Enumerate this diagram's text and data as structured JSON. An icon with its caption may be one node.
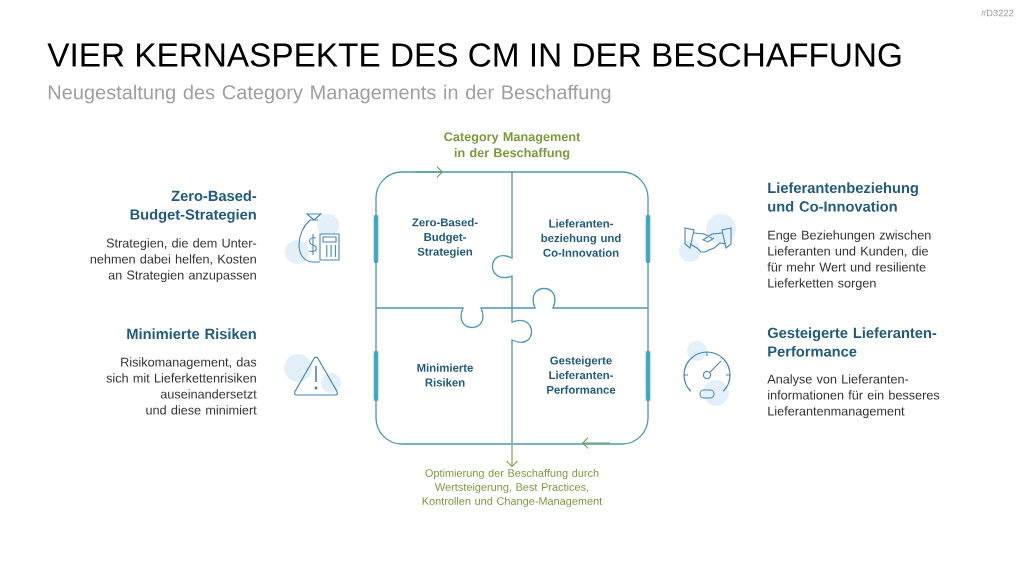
{
  "diagram": {
    "title": "VIER KERNASPEKTE DES CM IN DER BESCHAFFUNG",
    "nodes": [
      {
        "text": [],
        "shape": "box"
      },
      {
        "text": [
          "Zero-Based-Budget-Strategien"
        ],
        "in": 0
      },
      {
        "text": [
          "Lieferanten-beziehung und Co-Innovation"
        ],
        "in": 0
      },
      {
        "text": [
          "Minimierte Risiken"
        ],
        "in": 0
      },
      {
        "text": [
          "Gesteigerte Lieferanten-Performance"
        ],
        "in": 0
      },
      {
        "text": [
          "Optimierung der Beschaffung durch Wertsteigerung, Best Practices, Kontrollen und Change-Management"
        ]
      }
    ],
    "edges": [
      {
        "from": 0,
        "to": 5,
        "arrow": "to"
      }
    ],
    "labels": [
      "#D3222",
      "Neugestaltung des Category Managements in der Beschaffung",
      "Category Management in der Beschaffung",
      "Zero-Based-Budget-Strategien",
      "Strategien, die dem Unter-nehmen dabei helfen, Kosten an Strategien anzupassen",
      "Lieferantenbeziehung und Co-Innovation",
      "Enge Beziehungen zwischen Lieferanten und Kunden, die für mehr Wert und resiliente Lieferketten sorgen",
      "Minimierte Risiken",
      "Risikomanagement, das sich mit Lieferkettenrisiken auseinandersetzt und diese minimiert",
      "Gesteigerte Lieferanten-Performance",
      "Analyse von Lieferanten-informationen für ein besseres Lieferantenmanagement"
    ]
  }
}
